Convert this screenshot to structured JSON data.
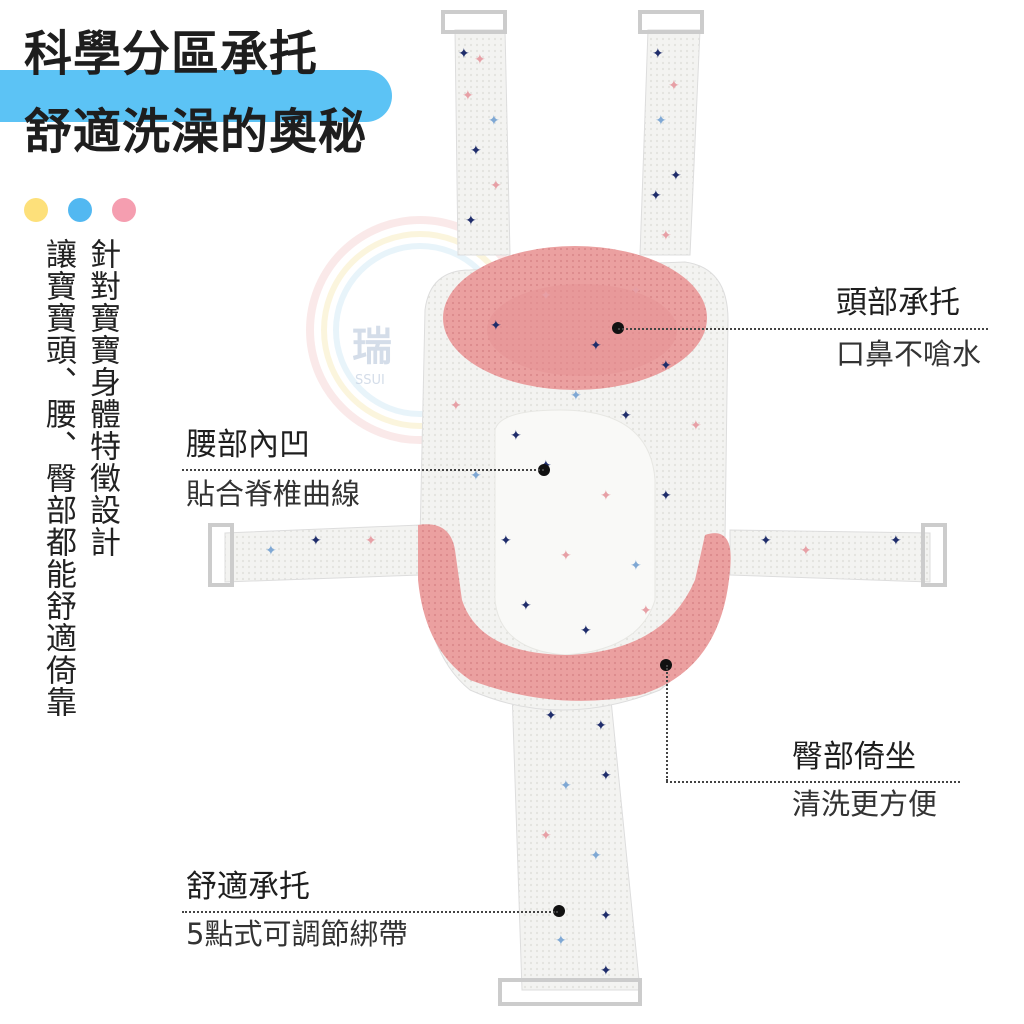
{
  "headline": {
    "line1": "科學分區承托",
    "line2": "舒適洗澡的奧秘"
  },
  "side_text": {
    "line1": "針對寶寶身體特徵設計",
    "line2": "讓寶寶頭、腰、臀部都能舒適倚靠"
  },
  "callouts": {
    "head": {
      "title": "頭部承托",
      "sub": "口鼻不嗆水"
    },
    "waist": {
      "title": "腰部內凹",
      "sub": "貼合脊椎曲線"
    },
    "hip": {
      "title": "臀部倚坐",
      "sub": "清洗更方便"
    },
    "comfort": {
      "title": "舒適承托",
      "sub": "5點式可調節綁帶"
    }
  },
  "watermark": {
    "text": "瑞",
    "sub": "SSUI"
  },
  "colors": {
    "accent_blue": "#5cc3f5",
    "dot_yellow": "#fde07a",
    "dot_blue": "#52b8f1",
    "dot_pink": "#f59eb0",
    "cushion_pink": "#e99a9a",
    "mesh": "#f4f4f2"
  }
}
